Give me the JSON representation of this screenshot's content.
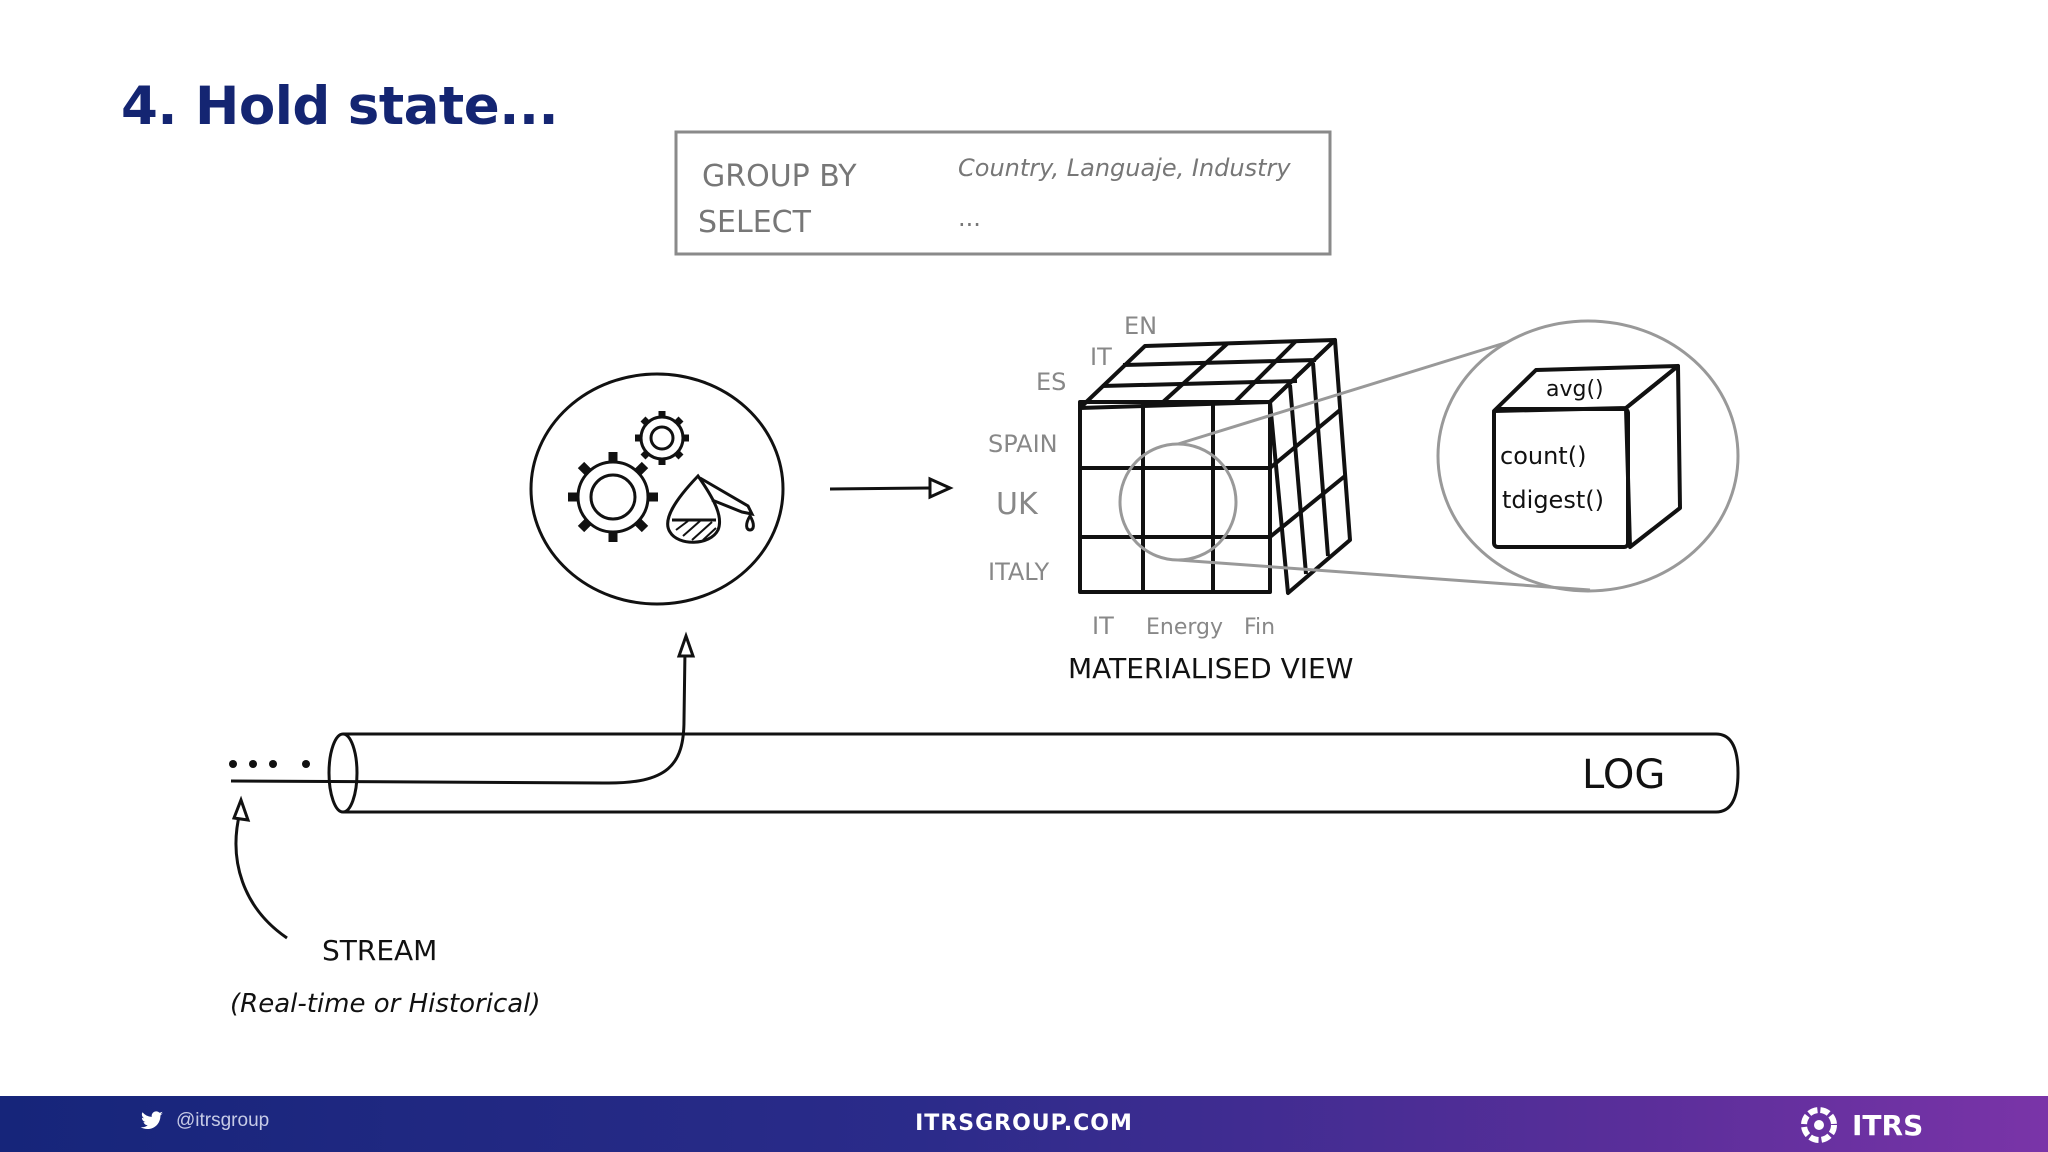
{
  "slide": {
    "title": "4. Hold state..."
  },
  "query_box": {
    "group_by_keyword": "GROUP BY",
    "group_by_value": "Country, Languaje, Industry",
    "select_keyword": "SELECT",
    "select_value": "..."
  },
  "cube": {
    "language_labels": [
      "EN",
      "IT",
      "ES"
    ],
    "country_labels": [
      "SPAIN",
      "UK",
      "ITALY"
    ],
    "industry_labels": [
      "IT",
      "Energy",
      "Fin"
    ],
    "caption": "MATERIALISED VIEW"
  },
  "aggregates": {
    "top": "avg()",
    "line1": "count()",
    "line2": "tdigest()"
  },
  "log": {
    "label": "LOG"
  },
  "stream": {
    "label": "STREAM",
    "sublabel": "(Real-time or Historical)"
  },
  "footer": {
    "twitter_handle": "@itrsgroup",
    "website": "ITRSGROUP.COM",
    "brand": "ITRS"
  },
  "icons": [
    "gears-icon",
    "oil-drop-icon",
    "arrow-right-icon",
    "arrow-up-icon",
    "twitter-icon",
    "itrs-logo-icon"
  ],
  "colors": {
    "title": "#142572",
    "footer_start": "#16257a",
    "footer_end": "#7a34a8",
    "sketch": "#111111",
    "sketch_gray": "#888888"
  }
}
